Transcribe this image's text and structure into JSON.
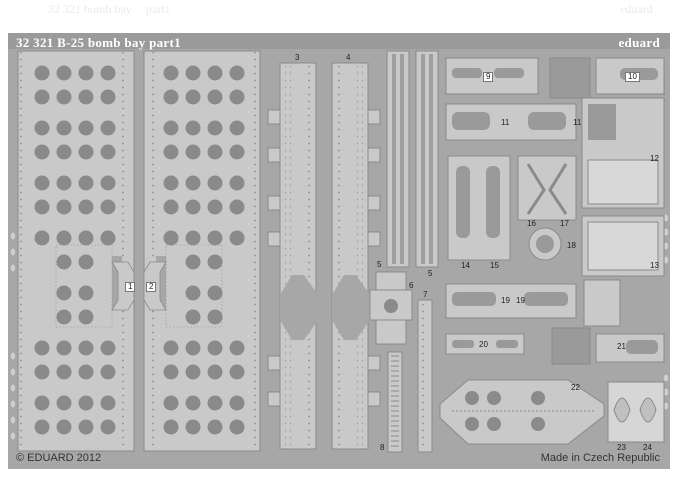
{
  "sheet": {
    "title": "32 321 B-25 bomb bay   part1",
    "brand": "eduard",
    "copyright": "© EDUARD 2012",
    "origin": "Made in Czech Republic",
    "bleed_through": [
      "32 321 bomb bay",
      "part1",
      "eduard"
    ]
  },
  "colors": {
    "fret_gray": "#a7a7a7",
    "etch_gray": "#c9c9c9",
    "hole_dark": "#7e7e7e",
    "text_white": "#ffffff"
  },
  "part_numbers": {
    "p1": "1",
    "p2": "2",
    "p3": "3",
    "p4": "4",
    "p5a": "5",
    "p5b": "5",
    "p6": "6",
    "p7": "7",
    "p8": "8",
    "p9": "9",
    "p10": "10",
    "p11a": "11",
    "p11b": "11",
    "p12": "12",
    "p13": "13",
    "p14": "14",
    "p15": "15",
    "p16": "16",
    "p17": "17",
    "p18": "18",
    "p19a": "19",
    "p19b": "19",
    "p20": "20",
    "p21": "21",
    "p22": "22",
    "p23": "23",
    "p24": "24"
  }
}
